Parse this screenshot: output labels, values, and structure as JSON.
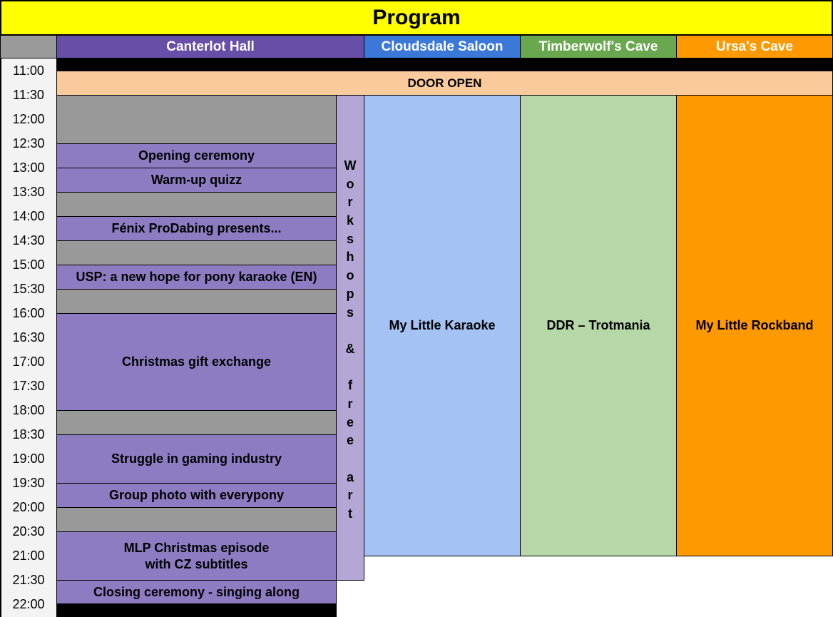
{
  "title": "Program",
  "rooms": [
    {
      "name": "Canterlot Hall",
      "color": "#674ea7"
    },
    {
      "name": "Cloudsdale Saloon",
      "color": "#3c78d8"
    },
    {
      "name": "Timberwolf's Cave",
      "color": "#6aa84f"
    },
    {
      "name": "Ursa's Cave",
      "color": "#ff9900"
    }
  ],
  "times": [
    "11:00",
    "11:30",
    "12:00",
    "12:30",
    "13:00",
    "13:30",
    "14:00",
    "14:30",
    "15:00",
    "15:30",
    "16:00",
    "16:30",
    "17:00",
    "17:30",
    "18:00",
    "18:30",
    "19:00",
    "19:30",
    "20:00",
    "20:30",
    "21:00",
    "21:30",
    "22:00"
  ],
  "door_open": "DOOR OPEN",
  "canterlot_events": [
    {
      "label": "",
      "start": "11:30",
      "end": "12:30"
    },
    {
      "label": "Opening ceremony",
      "start": "12:30",
      "end": "13:00"
    },
    {
      "label": "Warm-up quizz",
      "start": "13:00",
      "end": "13:30"
    },
    {
      "label": "",
      "start": "13:30",
      "end": "14:00"
    },
    {
      "label": "Fénix ProDabing presents...",
      "start": "14:00",
      "end": "14:30"
    },
    {
      "label": "",
      "start": "14:30",
      "end": "15:00"
    },
    {
      "label": "USP: a new hope for pony karaoke (EN)",
      "start": "15:00",
      "end": "15:30"
    },
    {
      "label": "",
      "start": "15:30",
      "end": "16:00"
    },
    {
      "label": "Christmas gift exchange",
      "start": "16:00",
      "end": "18:00"
    },
    {
      "label": "",
      "start": "18:00",
      "end": "18:30"
    },
    {
      "label": "Struggle in gaming industry",
      "start": "18:30",
      "end": "19:30"
    },
    {
      "label": "Group photo with everypony",
      "start": "19:30",
      "end": "20:00"
    },
    {
      "label": "",
      "start": "20:00",
      "end": "20:30"
    },
    {
      "label": "MLP Christmas episode\nwith CZ subtitles",
      "start": "20:30",
      "end": "21:30"
    },
    {
      "label": "Closing ceremony - singing along",
      "start": "21:30",
      "end": "22:00"
    }
  ],
  "workshops": {
    "label": "Workshops & free art",
    "letters": [
      "W",
      "o",
      "r",
      "k",
      "s",
      "h",
      "o",
      "p",
      "s",
      "",
      "&",
      "",
      "f",
      "r",
      "e",
      "e",
      "",
      "a",
      "r",
      "t"
    ],
    "start": "11:30",
    "end": "21:30",
    "color": "#b4a7d6"
  },
  "room_events": [
    {
      "room": 1,
      "label": "My Little Karaoke",
      "start": "11:30",
      "end": "21:00",
      "color": "#a4c2f4"
    },
    {
      "room": 2,
      "label": "DDR – Trotmania",
      "start": "11:30",
      "end": "21:00",
      "color": "#b6d7a8"
    },
    {
      "room": 3,
      "label": "My Little Rockband",
      "start": "11:30",
      "end": "21:00",
      "color": "#ff9900"
    }
  ]
}
